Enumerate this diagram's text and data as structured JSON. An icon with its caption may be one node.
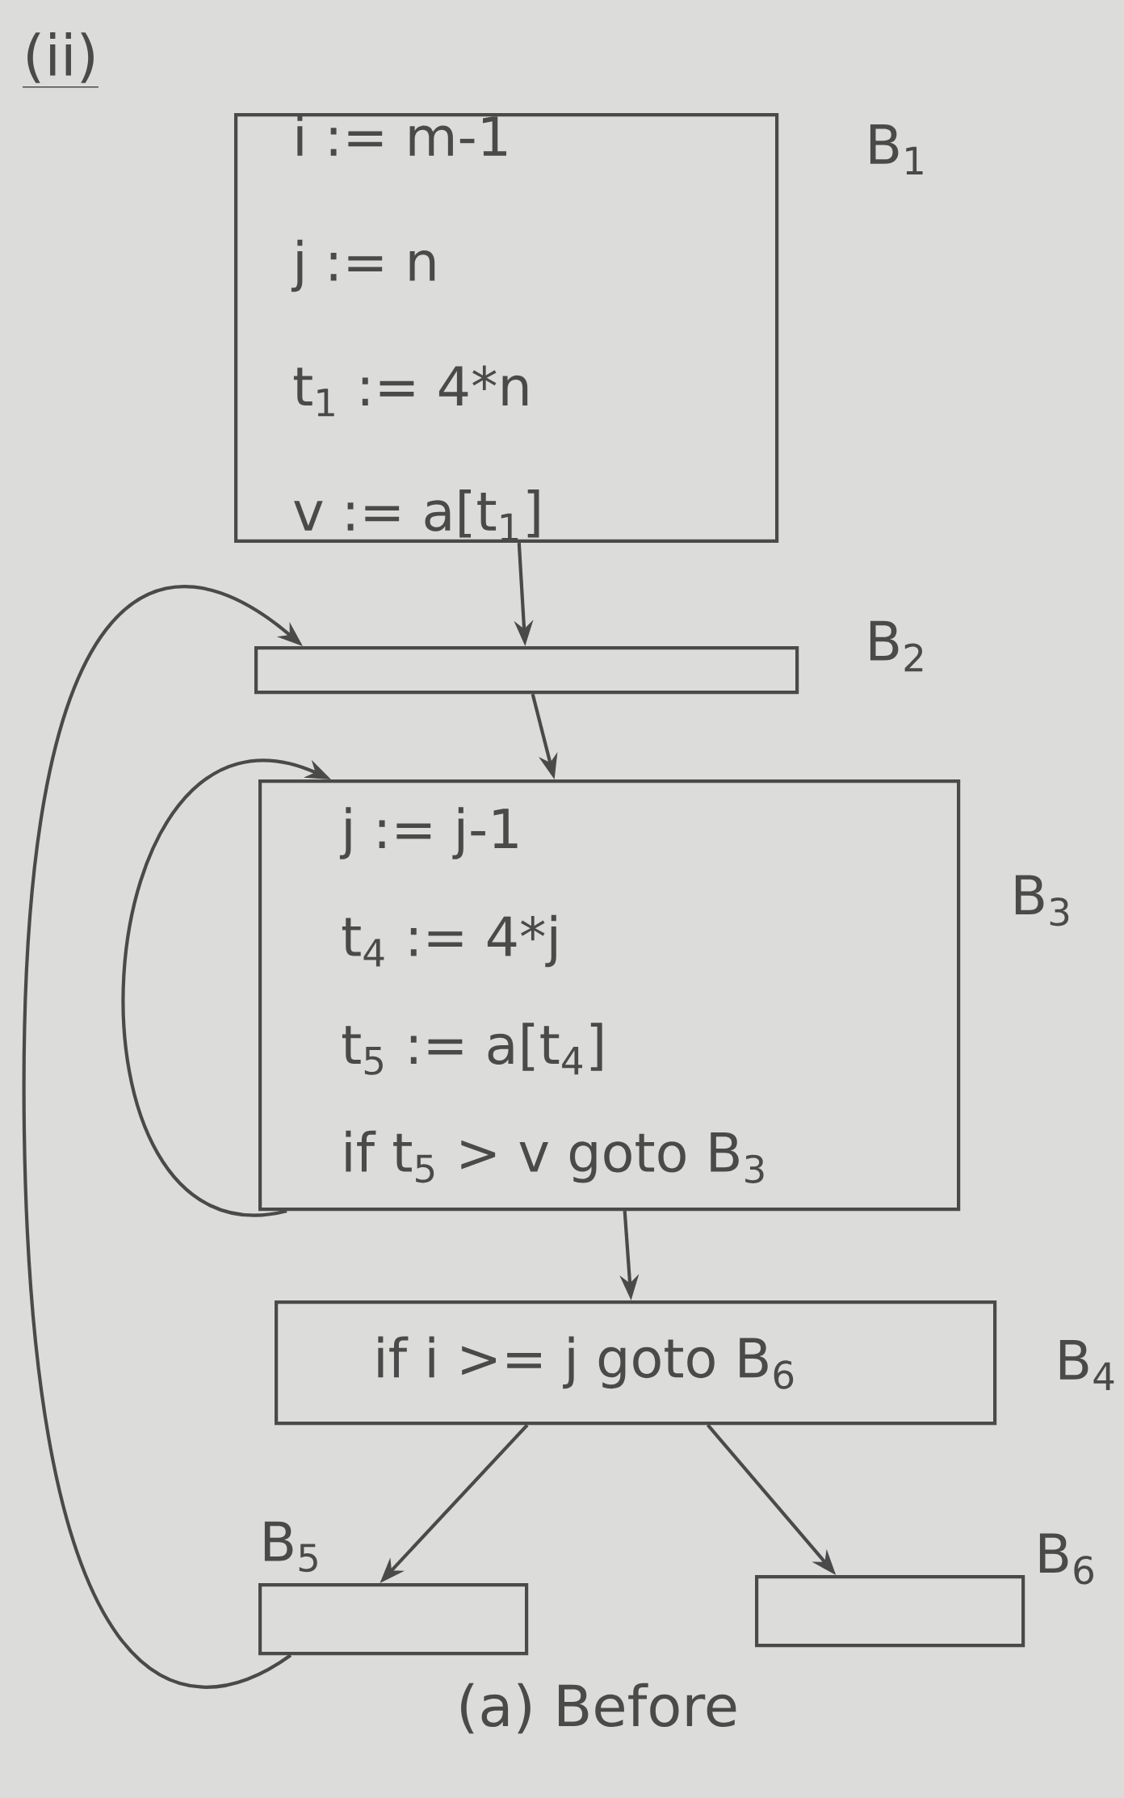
{
  "diagram": {
    "caption": "(a) Before",
    "nodes": [
      {
        "text": [
          "i := m-1",
          "j := n",
          "t$_{1}$ := 4*n",
          "v := a[t$_{1}$]"
        ],
        "beside": [
          "B$_{1}$"
        ]
      },
      {
        "text": [],
        "shape": "box",
        "beside": [
          "B$_{2}$"
        ]
      },
      {
        "text": [
          "j := j-1",
          "t$_{4}$ := 4*j",
          "t$_{5}$ := a[t$_{4}$]",
          "if t$_{5}$ > v goto B$_{3}$"
        ],
        "beside": [
          "B$_{3}$"
        ]
      },
      {
        "text": [
          "if i >= j goto B$_{6}$"
        ],
        "beside": [
          "B$_{4}$"
        ]
      },
      {
        "text": [],
        "shape": "box",
        "beside": [
          "B$_{5}$"
        ]
      },
      {
        "text": [],
        "shape": "box",
        "beside": [
          "B$_{6}$"
        ]
      }
    ],
    "edges": [
      {
        "from": 0,
        "to": 1,
        "arrow": "to"
      },
      {
        "from": 1,
        "to": 2,
        "arrow": "to"
      },
      {
        "from": 2,
        "to": 2,
        "arrow": "to"
      },
      {
        "from": 2,
        "to": 3,
        "arrow": "to"
      },
      {
        "from": 3,
        "to": 4,
        "arrow": "to"
      },
      {
        "from": 3,
        "to": 5,
        "arrow": "to"
      },
      {
        "from": 4,
        "to": 1,
        "arrow": "to"
      }
    ],
    "labels": [
      "(ii)"
    ]
  }
}
